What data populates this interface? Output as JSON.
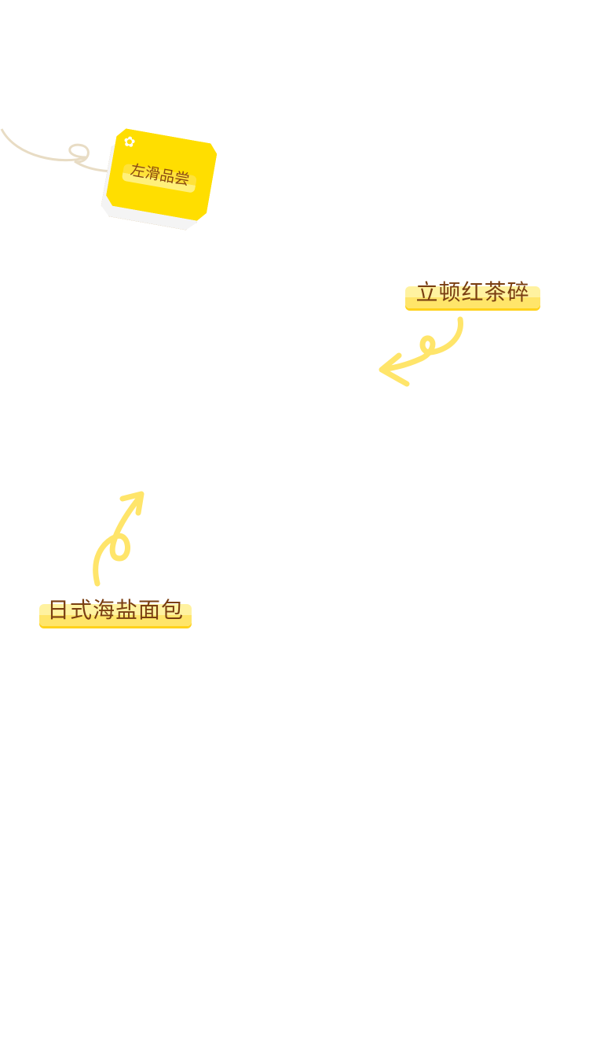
{
  "tag": {
    "label": "左滑品尝",
    "icon": "flower-icon"
  },
  "annotations": [
    {
      "label": "立顿红茶碎"
    },
    {
      "label": "日式海盐面包"
    }
  ],
  "colors": {
    "accent": "#ffde00",
    "text": "#7a3f12",
    "arrow": "#ffe56a",
    "string": "#e8dcc4"
  }
}
